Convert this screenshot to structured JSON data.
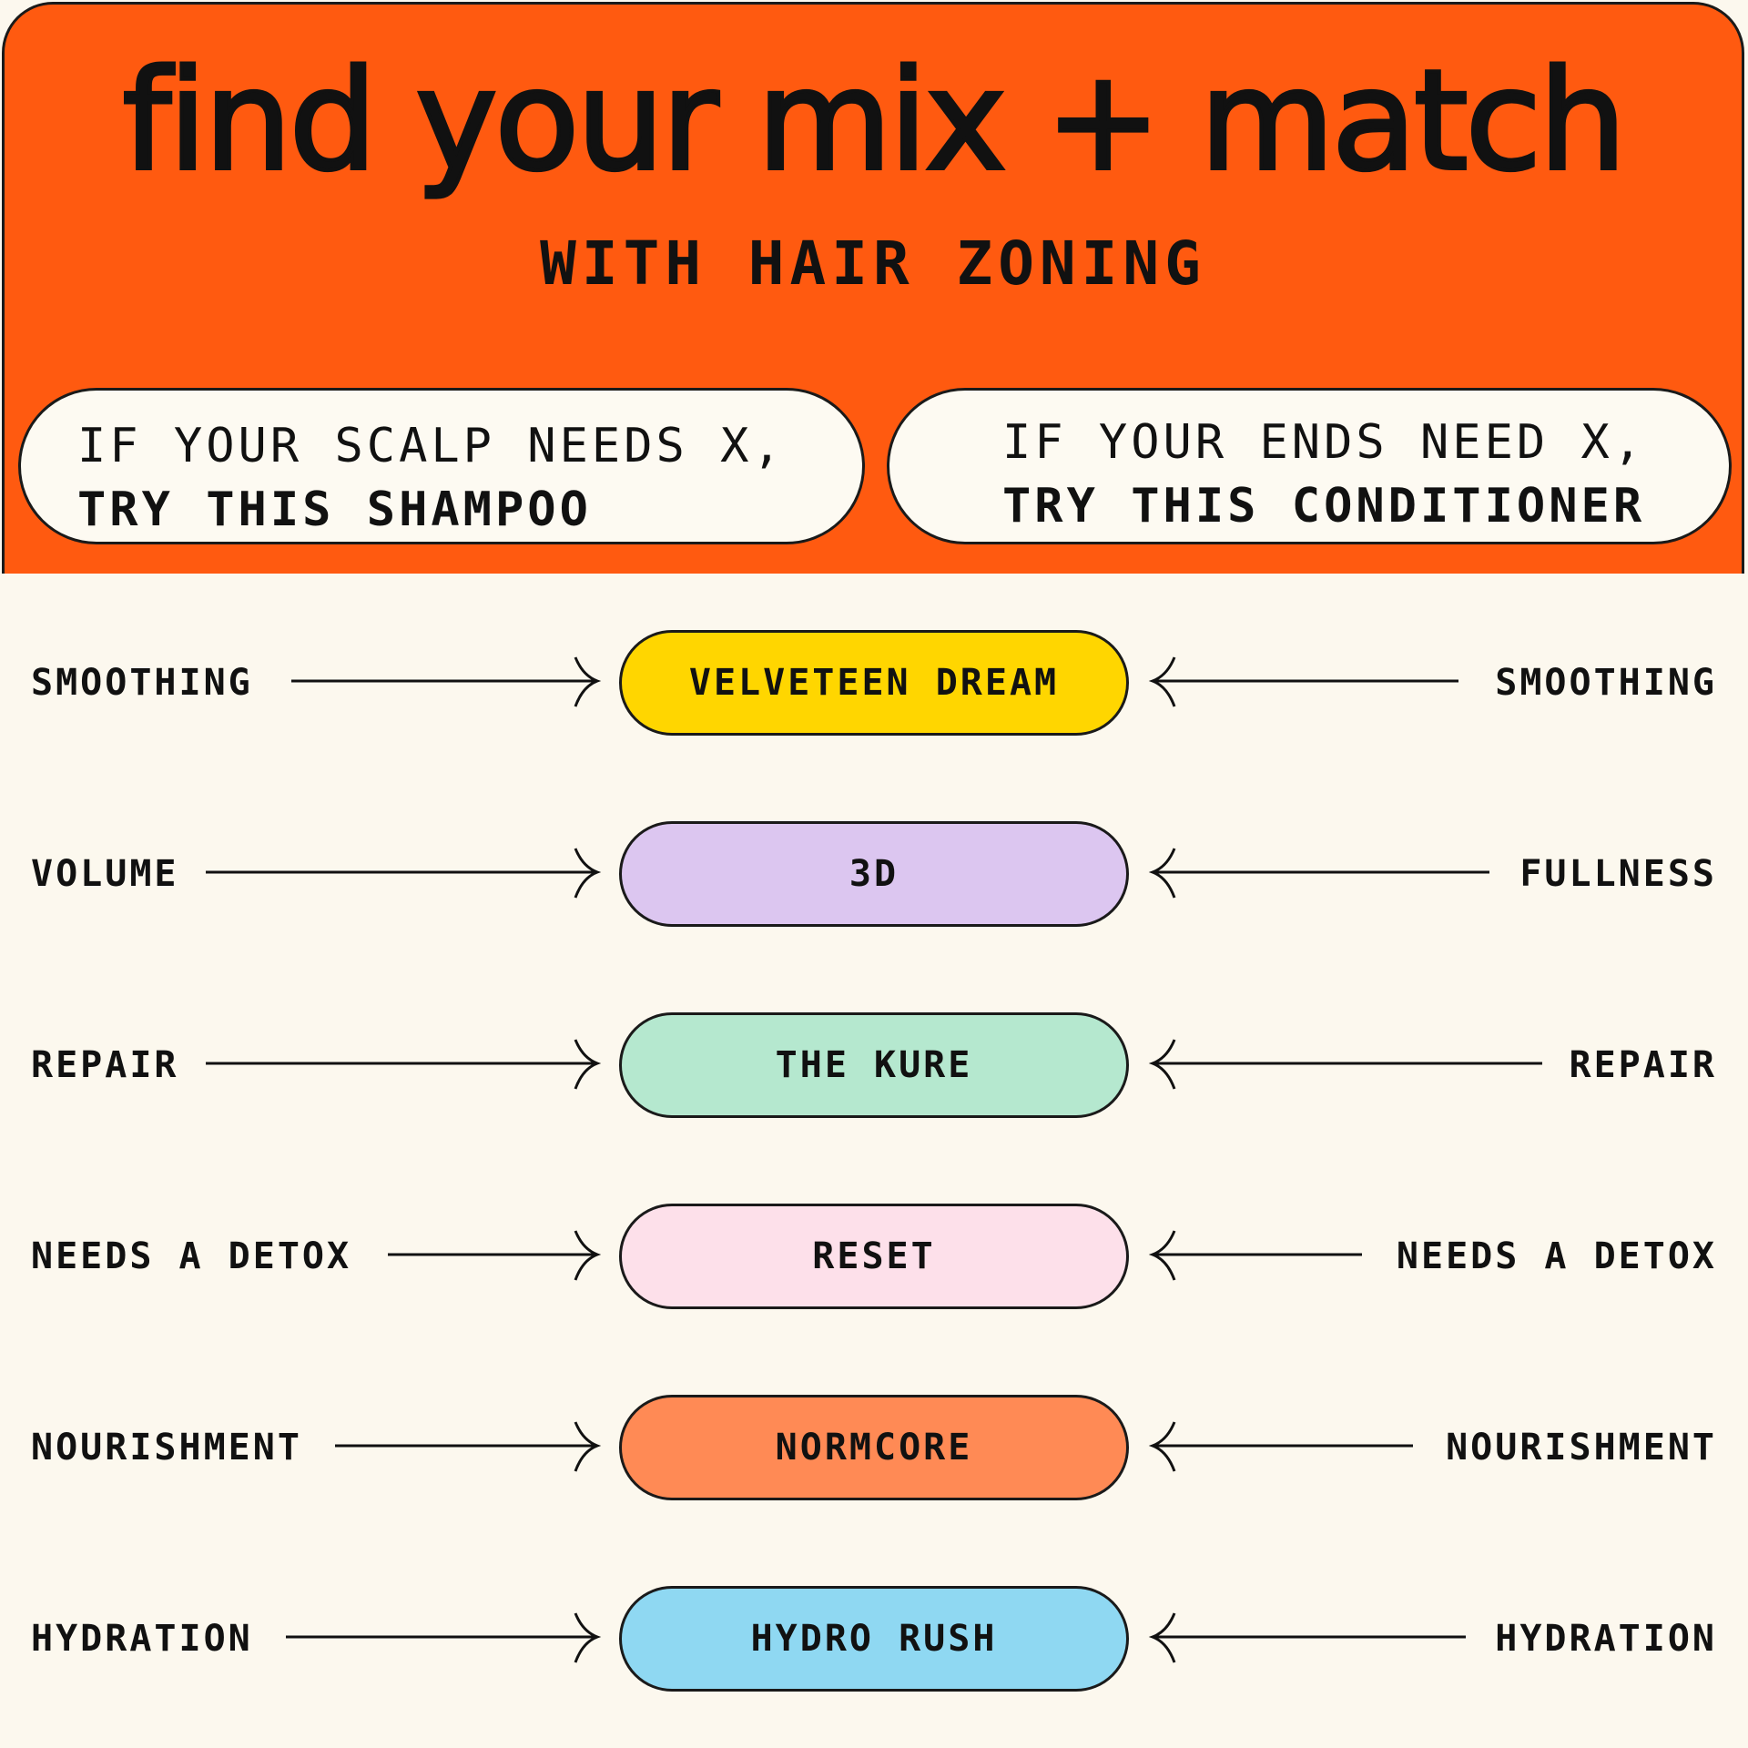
{
  "header": {
    "title": "find your mix + match",
    "subtitle": "WITH HAIR ZONING",
    "background": "#ff5a10"
  },
  "scalp_note": {
    "line1": "IF YOUR SCALP NEEDS X,",
    "line2": "TRY THIS SHAMPOO"
  },
  "ends_note": {
    "line1": "IF YOUR ENDS NEED X,",
    "line2": "TRY THIS CONDITIONER"
  },
  "rows": [
    {
      "scalp_need": "SMOOTHING",
      "product": "VELVETEEN DREAM",
      "ends_need": "SMOOTHING",
      "color": "#ffd600"
    },
    {
      "scalp_need": "VOLUME",
      "product": "3D",
      "ends_need": "FULLNESS",
      "color": "#dcc6f0"
    },
    {
      "scalp_need": "REPAIR",
      "product": "THE KURE",
      "ends_need": "REPAIR",
      "color": "#b5e8cf"
    },
    {
      "scalp_need": "NEEDS A DETOX",
      "product": "RESET",
      "ends_need": "NEEDS A DETOX",
      "color": "#fde0ea"
    },
    {
      "scalp_need": "NOURISHMENT",
      "product": "NORMCORE",
      "ends_need": "NOURISHMENT",
      "color": "#ff8a55"
    },
    {
      "scalp_need": "HYDRATION",
      "product": "HYDRO RUSH",
      "ends_need": "HYDRATION",
      "color": "#8fd8f2"
    }
  ]
}
